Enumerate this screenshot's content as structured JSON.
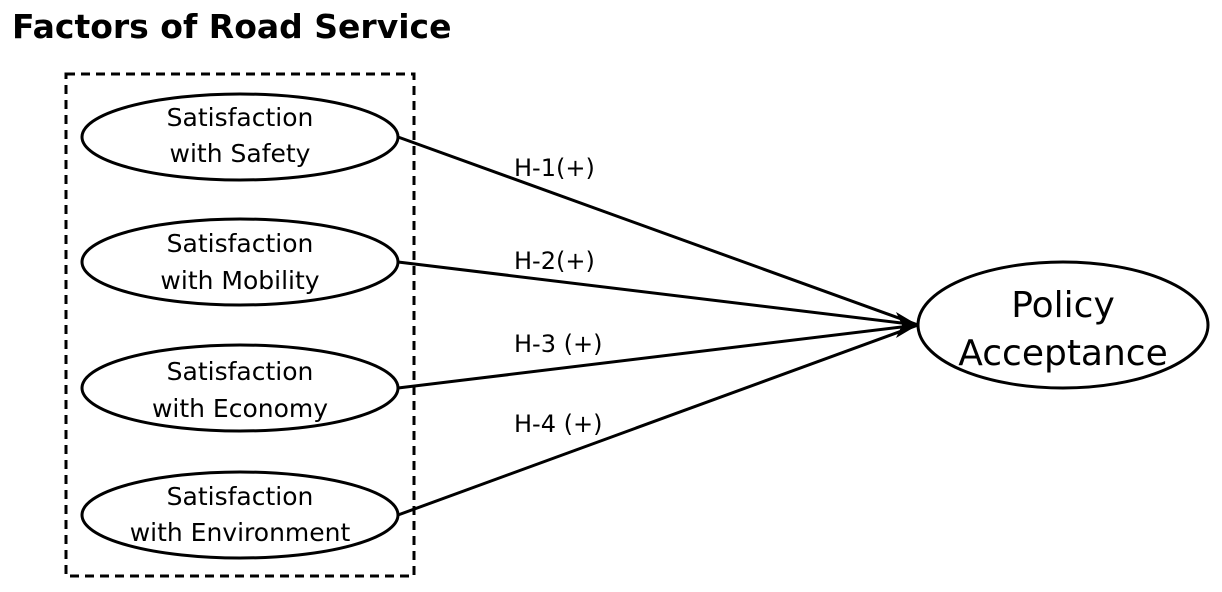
{
  "diagram": {
    "title": "Factors of Road Service",
    "factors": [
      {
        "line1": "Satisfaction",
        "line2": "with Safety"
      },
      {
        "line1": "Satisfaction",
        "line2": "with Mobility"
      },
      {
        "line1": "Satisfaction",
        "line2": "with Economy"
      },
      {
        "line1": "Satisfaction",
        "line2": "with Environment"
      }
    ],
    "target": {
      "line1": "Policy",
      "line2": "Acceptance"
    },
    "hypotheses": [
      "H-1(+)",
      "H-2(+)",
      "H-3 (+)",
      "H-4 (+)"
    ],
    "colors": {
      "stroke": "#000000",
      "background": "#ffffff"
    }
  }
}
